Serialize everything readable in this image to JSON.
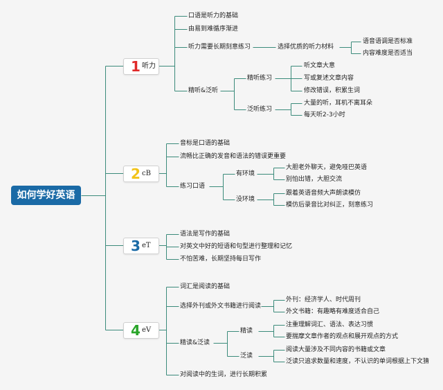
{
  "root": "如何学好英语",
  "colors": {
    "line": "#3a8a7a",
    "root_bg": "#1a6aa6",
    "num1": "#e02a2a",
    "num2": "#f2c318",
    "num3": "#1a6aa6",
    "num4": "#2aa52a"
  },
  "branches": [
    {
      "num": "1",
      "label": "听力",
      "items": [
        {
          "text": "口语是听力的基础"
        },
        {
          "text": "由易到难循序渐进"
        },
        {
          "text": "听力需要长期刻意练习",
          "children": [
            {
              "text": "选择优质的听力材料",
              "children": [
                {
                  "text": "语音语调是否标准"
                },
                {
                  "text": "内容难度是否适当"
                }
              ]
            }
          ]
        },
        {
          "text": "精听&泛听",
          "children": [
            {
              "text": "精听练习",
              "children": [
                {
                  "text": "听文章大意"
                },
                {
                  "text": "写或复述文章内容"
                },
                {
                  "text": "修改错误，积累生词"
                }
              ]
            },
            {
              "text": "泛听练习",
              "children": [
                {
                  "text": "大量的听，耳机不离耳朵"
                },
                {
                  "text": "每天听2-3小时"
                }
              ]
            }
          ]
        }
      ]
    },
    {
      "num": "2",
      "label": "cB",
      "items": [
        {
          "text": "音标是口语的基础"
        },
        {
          "text": "流畅比正确的发音和语法的错误更重要"
        },
        {
          "text": "练习口语",
          "children": [
            {
              "text": "有环境",
              "children": [
                {
                  "text": "大胆老外聊天，避免哑巴英语"
                },
                {
                  "text": "别怕出错，大胆交流"
                }
              ]
            },
            {
              "text": "没环境",
              "children": [
                {
                  "text": "跟着英语音频大声朗读模仿"
                },
                {
                  "text": "模仿后录音比对纠正，刻意练习"
                }
              ]
            }
          ]
        }
      ]
    },
    {
      "num": "3",
      "label": "eT",
      "items": [
        {
          "text": "语法是写作的基础"
        },
        {
          "text": "对英文中好的短语和句型进行整理和记忆"
        },
        {
          "text": "不怕苦难，长期坚持每日写作"
        }
      ]
    },
    {
      "num": "4",
      "label": "eV",
      "items": [
        {
          "text": "词汇是阅读的基础"
        },
        {
          "text": "选择外刊或外文书籍进行阅读",
          "children": [
            {
              "text": "外刊：经济学人、时代周刊"
            },
            {
              "text": "外文书籍：有趣略有难度适合自己"
            }
          ]
        },
        {
          "text": "精读&泛读",
          "children": [
            {
              "text": "精读",
              "children": [
                {
                  "text": "注重理解词汇、语法、表达习惯"
                },
                {
                  "text": "要揣摩文章作者的观点和展开观点的方式"
                }
              ]
            },
            {
              "text": "泛读",
              "children": [
                {
                  "text": "阅读大量涉及不同内容的书籍或文章"
                },
                {
                  "text": "泛读只追求数量和速度，不认识的单词根据上下文猜"
                }
              ]
            }
          ]
        },
        {
          "text": "对阅读中的生词，进行长期积累"
        }
      ]
    }
  ]
}
